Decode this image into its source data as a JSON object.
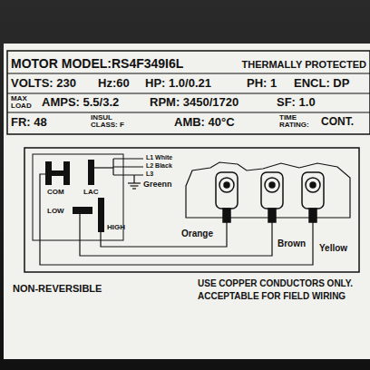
{
  "diagram": {
    "labels": [
      "MOTOR MODEL:RS4F349I6L",
      "THERMALLY PROTECTED",
      "VOLTS: 230",
      "Hz:60",
      "HP: 1.0/0.21",
      "PH: 1",
      "ENCL: DP",
      "MAX LOAD",
      "AMPS: 5.5/3.2",
      "RPM: 3450/1720",
      "SF: 1.0",
      "FR: 48",
      "INSUL CLASS: F",
      "AMB: 40°C",
      "TIME RATING:",
      "CONT.",
      "COM",
      "LAC",
      "L1 White",
      "L2 Black",
      "L3",
      "Greenn",
      "LOW",
      "HIGH",
      "Orange",
      "Brown",
      "Yellow",
      "NON-REVERSIBLE",
      "USE COPPER CONDUCTORS ONLY.",
      "ACCEPTABLE FOR FIELD WIRING"
    ]
  }
}
